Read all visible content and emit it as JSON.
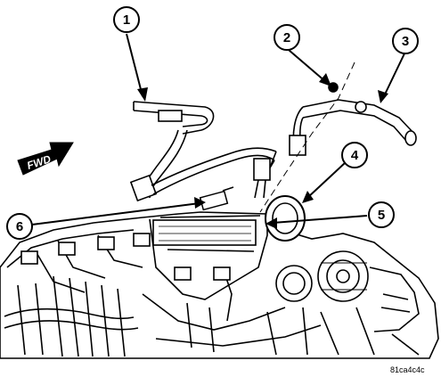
{
  "callouts": [
    {
      "number": "1"
    },
    {
      "number": "2"
    },
    {
      "number": "3"
    },
    {
      "number": "4"
    },
    {
      "number": "5"
    },
    {
      "number": "6"
    }
  ],
  "direction_label": "FWD",
  "figure_code": "81ca4c4c",
  "colors": {
    "ink": "#000000",
    "paper": "#ffffff",
    "shade": "#d9d9d9"
  }
}
